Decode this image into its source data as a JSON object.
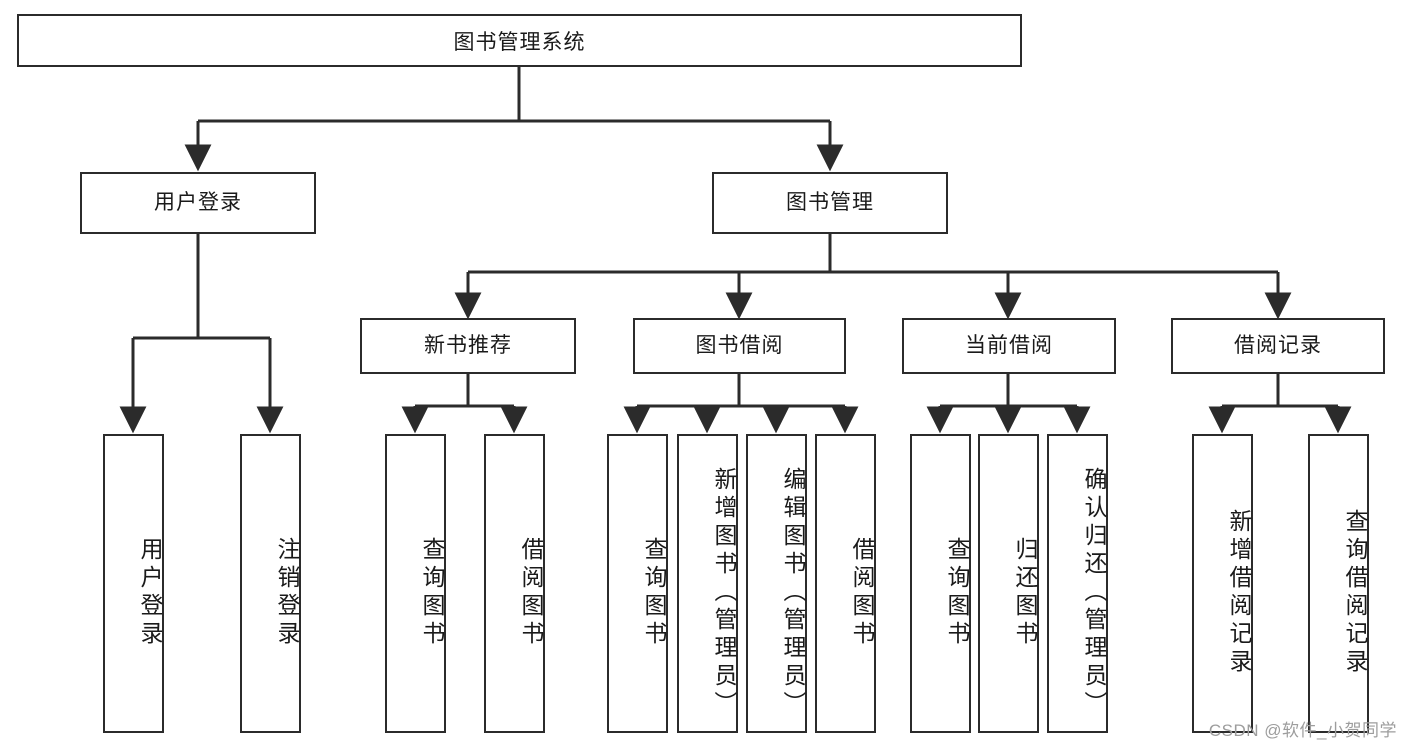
{
  "diagram": {
    "title": "图书管理系统",
    "type": "tree-hierarchy-diagram",
    "watermark": "CSDN @软件_小贺同学",
    "colors": {
      "stroke": "#2b2b2b",
      "fill": "#ffffff",
      "text": "#1a1a1a",
      "watermark": "#9d9d9d"
    },
    "nodes": {
      "root": {
        "label": "图书管理系统",
        "level": 0,
        "orientation": "horizontal"
      },
      "user_login": {
        "label": "用户登录",
        "level": 1,
        "orientation": "horizontal"
      },
      "book_manage": {
        "label": "图书管理",
        "level": 1,
        "orientation": "horizontal"
      },
      "new_book_rec": {
        "label": "新书推荐",
        "level": 2,
        "orientation": "horizontal"
      },
      "book_borrow": {
        "label": "图书借阅",
        "level": 2,
        "orientation": "horizontal"
      },
      "current_borrow": {
        "label": "当前借阅",
        "level": 2,
        "orientation": "horizontal"
      },
      "borrow_record": {
        "label": "借阅记录",
        "level": 2,
        "orientation": "horizontal"
      },
      "leaf_user_login": {
        "label": "用户登录",
        "level": 2,
        "orientation": "vertical"
      },
      "leaf_logout": {
        "label": "注销登录",
        "level": 2,
        "orientation": "vertical"
      },
      "leaf_query_book_a": {
        "label": "查询图书",
        "level": 3,
        "orientation": "vertical"
      },
      "leaf_borrow_book_a": {
        "label": "借阅图书",
        "level": 3,
        "orientation": "vertical"
      },
      "leaf_query_book_b": {
        "label": "查询图书",
        "level": 3,
        "orientation": "vertical"
      },
      "leaf_add_book": {
        "label": "新增图书（管理员）",
        "level": 3,
        "orientation": "vertical"
      },
      "leaf_edit_book": {
        "label": "编辑图书（管理员）",
        "level": 3,
        "orientation": "vertical"
      },
      "leaf_borrow_book_b": {
        "label": "借阅图书",
        "level": 3,
        "orientation": "vertical"
      },
      "leaf_query_book_c": {
        "label": "查询图书",
        "level": 3,
        "orientation": "vertical"
      },
      "leaf_return_book": {
        "label": "归还图书",
        "level": 3,
        "orientation": "vertical"
      },
      "leaf_confirm_return": {
        "label": "确认归还（管理员）",
        "level": 3,
        "orientation": "vertical"
      },
      "leaf_add_record": {
        "label": "新增借阅记录",
        "level": 3,
        "orientation": "vertical"
      },
      "leaf_query_record": {
        "label": "查询借阅记录",
        "level": 3,
        "orientation": "vertical"
      }
    },
    "edges": [
      {
        "from": "root",
        "to": "user_login"
      },
      {
        "from": "root",
        "to": "book_manage"
      },
      {
        "from": "user_login",
        "to": "leaf_user_login"
      },
      {
        "from": "user_login",
        "to": "leaf_logout"
      },
      {
        "from": "book_manage",
        "to": "new_book_rec"
      },
      {
        "from": "book_manage",
        "to": "book_borrow"
      },
      {
        "from": "book_manage",
        "to": "current_borrow"
      },
      {
        "from": "book_manage",
        "to": "borrow_record"
      },
      {
        "from": "new_book_rec",
        "to": "leaf_query_book_a"
      },
      {
        "from": "new_book_rec",
        "to": "leaf_borrow_book_a"
      },
      {
        "from": "book_borrow",
        "to": "leaf_query_book_b"
      },
      {
        "from": "book_borrow",
        "to": "leaf_add_book"
      },
      {
        "from": "book_borrow",
        "to": "leaf_edit_book"
      },
      {
        "from": "book_borrow",
        "to": "leaf_borrow_book_b"
      },
      {
        "from": "current_borrow",
        "to": "leaf_query_book_c"
      },
      {
        "from": "current_borrow",
        "to": "leaf_return_book"
      },
      {
        "from": "current_borrow",
        "to": "leaf_confirm_return"
      },
      {
        "from": "borrow_record",
        "to": "leaf_add_record"
      },
      {
        "from": "borrow_record",
        "to": "leaf_query_record"
      }
    ]
  }
}
